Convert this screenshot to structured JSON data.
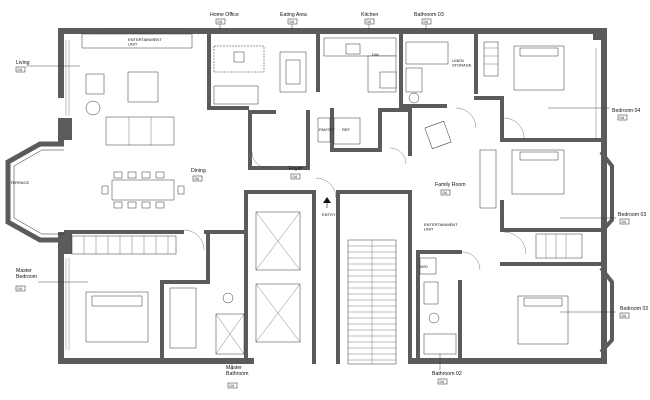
{
  "rooms": [
    {
      "id": "home-office",
      "label": "Home Office",
      "tag": "04"
    },
    {
      "id": "eating-area",
      "label": "Eating Area",
      "tag": "04"
    },
    {
      "id": "kitchen",
      "label": "Kitchen",
      "tag": "04"
    },
    {
      "id": "bathroom-03",
      "label": "Bathroom 03",
      "tag": "04"
    },
    {
      "id": "living",
      "label": "Living",
      "tag": "04"
    },
    {
      "id": "bedroom-04",
      "label": "Bedroom 04",
      "tag": "04"
    },
    {
      "id": "dining",
      "label": "Dining",
      "tag": "04"
    },
    {
      "id": "foyer",
      "label": "Foyer",
      "tag": "04"
    },
    {
      "id": "family-room",
      "label": "Family Room",
      "tag": "04"
    },
    {
      "id": "bedroom-03",
      "label": "Bedroom 03",
      "tag": "04"
    },
    {
      "id": "master-bedroom",
      "label": "Master\nBedroom",
      "tag": "04"
    },
    {
      "id": "bedroom-02",
      "label": "Bedroom 02",
      "tag": "04"
    },
    {
      "id": "master-bathroom",
      "label": "Master\nBathroom",
      "tag": "04"
    },
    {
      "id": "bathroom-02",
      "label": "Bathroom 02",
      "tag": "04"
    }
  ],
  "annotations": {
    "entertainment_unit_top": "ENTERTAINMENT\nUNIT",
    "entertainment_unit_family": "ENTERTAINMENT\nUNIT",
    "linen_storage": "LINEN\nSTORAGE",
    "terrace": "TERRACE",
    "entry": "ENTRY",
    "pantry": "PANTRY",
    "ref": "REF",
    "dw": "DW",
    "wd": "W/D"
  }
}
